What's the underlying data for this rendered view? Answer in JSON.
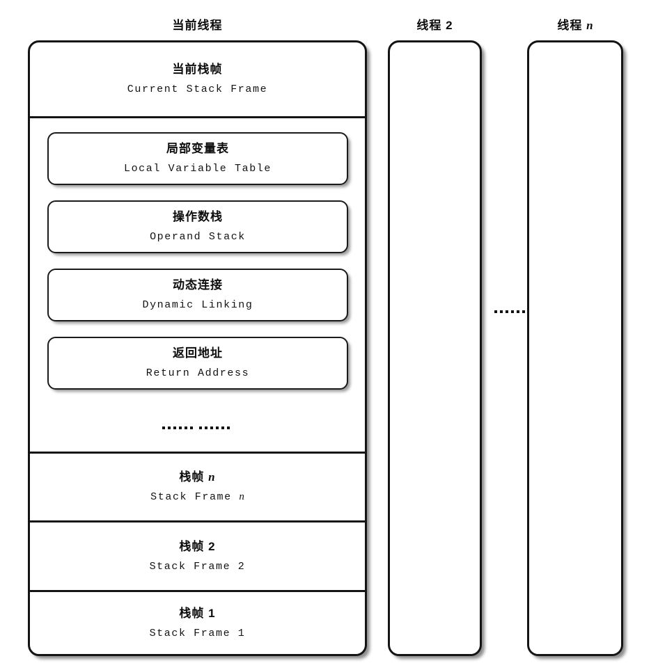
{
  "columns": [
    {
      "heading": "当前线程",
      "heading_suffix": ""
    },
    {
      "heading": "线程 2",
      "heading_suffix": ""
    },
    {
      "heading": "线程 ",
      "heading_suffix": "n"
    }
  ],
  "current_thread": {
    "current_frame": {
      "cn": "当前栈帧",
      "en": "Current Stack Frame"
    },
    "components": [
      {
        "cn": "局部变量表",
        "en": "Local Variable Table"
      },
      {
        "cn": "操作数栈",
        "en": "Operand Stack"
      },
      {
        "cn": "动态连接",
        "en": "Dynamic Linking"
      },
      {
        "cn": "返回地址",
        "en": "Return Address"
      }
    ],
    "frames": [
      {
        "cn": "栈帧 ",
        "cn_suffix": "n",
        "en": "Stack Frame ",
        "en_suffix": "n"
      },
      {
        "cn": "栈帧 2",
        "cn_suffix": "",
        "en": "Stack Frame 2",
        "en_suffix": ""
      },
      {
        "cn": "栈帧 1",
        "cn_suffix": "",
        "en": "Stack Frame 1",
        "en_suffix": ""
      }
    ]
  },
  "ellipsis": {
    "inner_frames_label": "…… ……",
    "between_threads_label": "……"
  },
  "colors": {
    "stroke": "#141414",
    "text": "#0d0d0d",
    "background": "#ffffff"
  }
}
